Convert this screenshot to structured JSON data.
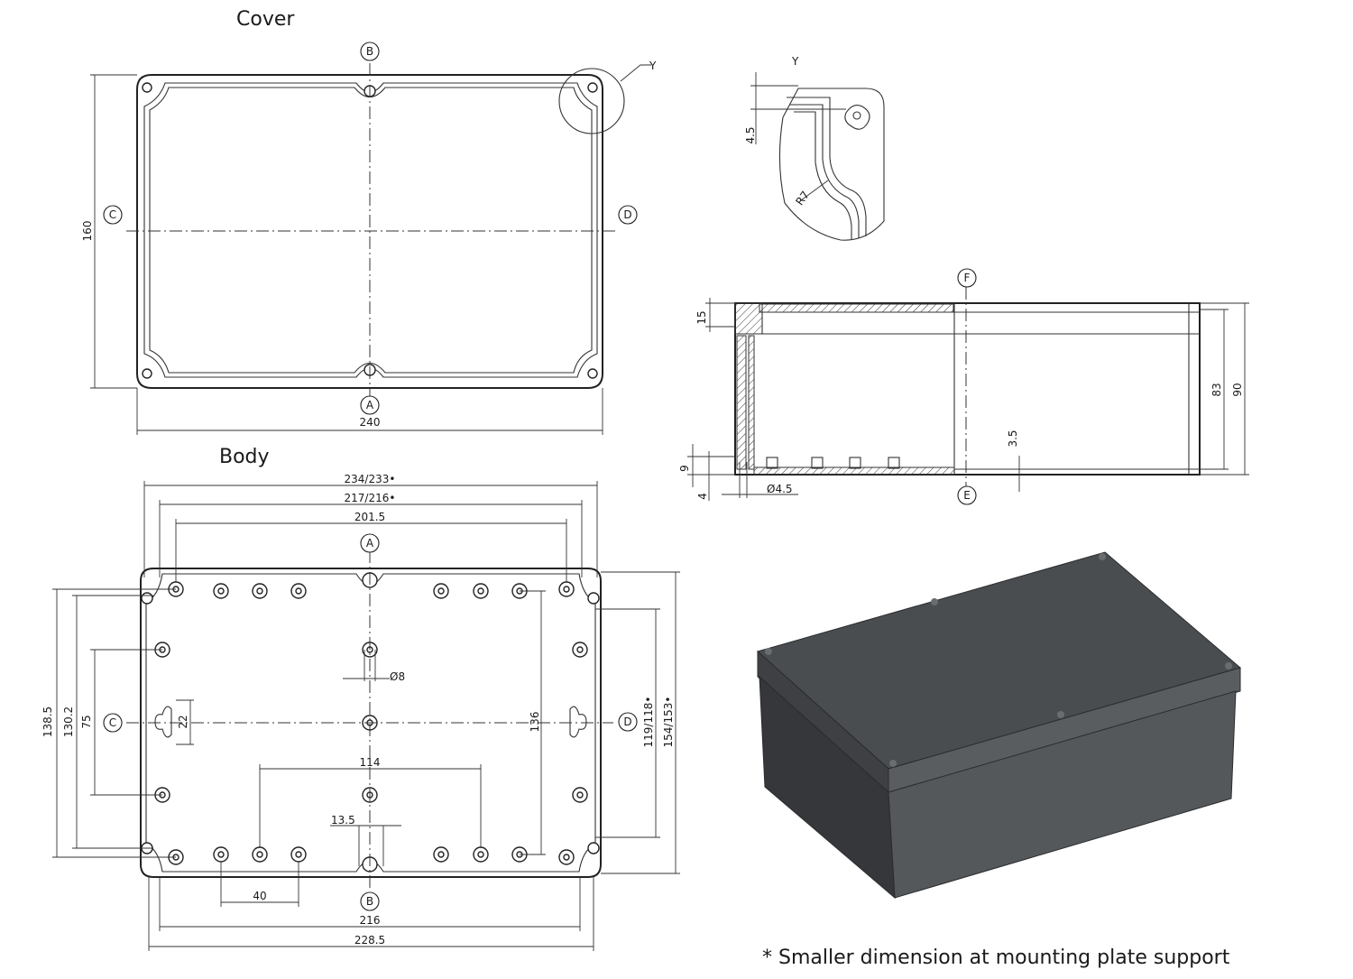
{
  "views": {
    "cover_title": "Cover",
    "body_title": "Body",
    "detail_label": "Y"
  },
  "section_labels": {
    "A": "A",
    "B": "B",
    "C": "C",
    "D": "D",
    "E": "E",
    "F": "F"
  },
  "cover_dims": {
    "width": "240",
    "height": "160"
  },
  "detail_dims": {
    "offset": "4.5",
    "radius": "R7"
  },
  "section_dims": {
    "wall": "15",
    "inner_height": "83",
    "outer_height": "90",
    "boss_height": "3.5",
    "foot_9": "9",
    "foot_4": "4",
    "hole_dia": "Ø4.5"
  },
  "body_dims": {
    "w_234": "234/233•",
    "w_217": "217/216•",
    "w_2015": "201.5",
    "w_216": "216",
    "w_2285": "228.5",
    "w_114": "114",
    "w_40": "40",
    "w_135": "13.5",
    "d_8": "Ø8",
    "h_1385": "138.5",
    "h_1302": "130.2",
    "h_75": "75",
    "h_22": "22",
    "h_136": "136",
    "h_119": "119/118•",
    "h_154": "154/153•"
  },
  "footnote": "* Smaller dimension at mounting plate support",
  "colors": {
    "line": "#222222",
    "enclosure_top": "#4a4d50",
    "enclosure_front": "#56595c",
    "enclosure_side": "#3a3c3f"
  }
}
